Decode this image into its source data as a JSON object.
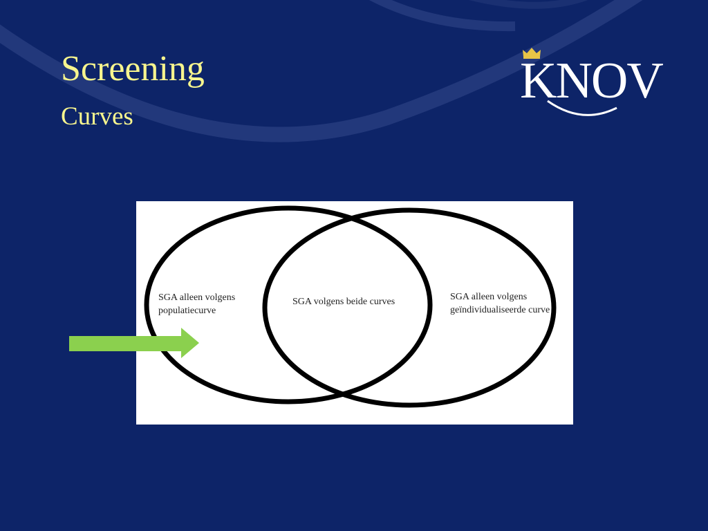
{
  "slide": {
    "title": "Screening",
    "subtitle": "Curves"
  },
  "logo": {
    "text": "KNOV",
    "crown_color": "#e8c547",
    "text_color": "#ffffff"
  },
  "venn": {
    "left_label": "SGA alleen volgens populatiecurve",
    "middle_label": "SGA volgens beide curves",
    "right_label": "SGA alleen volgens geïndividualiseerde curve"
  },
  "colors": {
    "background": "#0d2468",
    "title": "#f7f58e",
    "arrow": "#8bd04e"
  },
  "icons": {
    "arrow": "right-arrow-icon",
    "crown": "crown-icon"
  }
}
